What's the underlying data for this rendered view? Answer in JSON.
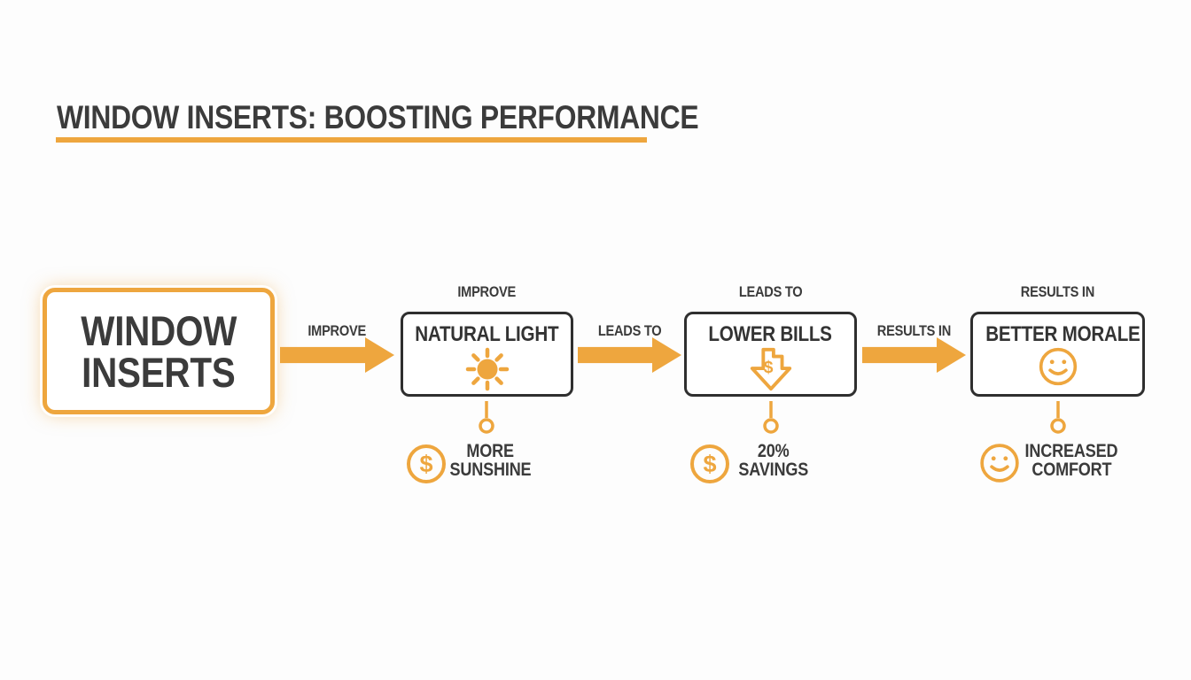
{
  "title": "WINDOW INSERTS: BOOSTING PERFORMANCE",
  "colors": {
    "accent": "#EEA63E",
    "accent_stroke": "#E5A139",
    "ink": "#3B3B3B",
    "box_border": "#2F2F2F",
    "background": "#FDFDFD"
  },
  "source": {
    "line1": "WINDOW",
    "line2": "INSERTS"
  },
  "arrows": [
    {
      "label": "IMPROVE"
    },
    {
      "label": "LEADS TO"
    },
    {
      "label": "RESULTS IN"
    }
  ],
  "steps": [
    {
      "top_label": "IMPROVE",
      "title": "NATURAL LIGHT",
      "icon": "sun-icon",
      "note": {
        "icon": "dollar-coin-icon",
        "line1": "MORE",
        "line2": "SUNSHINE"
      }
    },
    {
      "top_label": "LEADS TO",
      "title": "LOWER BILLS",
      "icon": "falling-price-icon",
      "note": {
        "icon": "dollar-coin-icon",
        "line1": "20%",
        "line2": "SAVINGS"
      }
    },
    {
      "top_label": "RESULTS IN",
      "title": "BETTER MORALE",
      "icon": "smiley-icon",
      "note": {
        "icon": "smiley-icon",
        "line1": "INCREASED",
        "line2": "COMFORT"
      }
    }
  ],
  "glyphs": {
    "dollar": "$"
  }
}
